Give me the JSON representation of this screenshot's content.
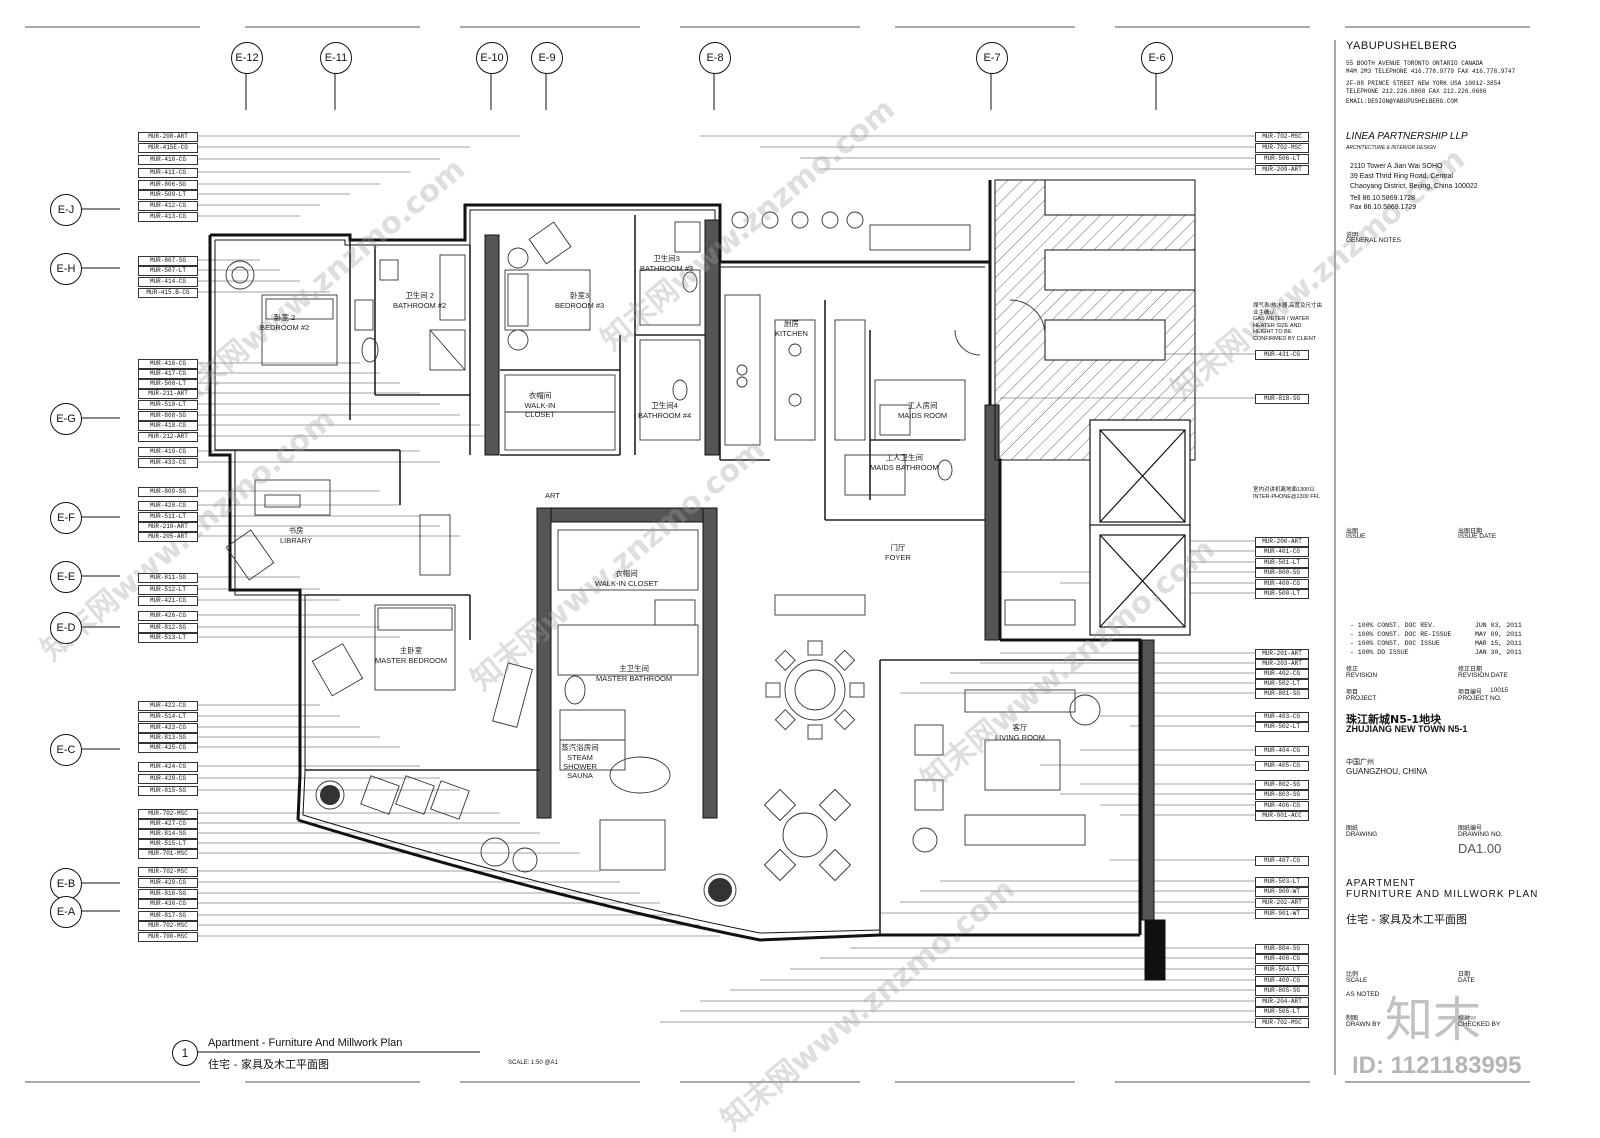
{
  "grid_top": [
    "E-12",
    "E-11",
    "E-10",
    "E-9",
    "E-8",
    "E-7",
    "E-6"
  ],
  "grid_left": [
    "E-J",
    "E-H",
    "E-G",
    "E-F",
    "E-E",
    "E-D",
    "E-C",
    "E-B",
    "E-A"
  ],
  "tags_left": [
    "MUR-208-ART",
    "MUR-415E-CG",
    "MUR-410-CG",
    "MUR-411-CG",
    "MUR-806-SG",
    "MUR-509-LT",
    "MUR-412-CG",
    "MUR-413-CG",
    "MUR-807-SG",
    "MUR-507-LT",
    "MUR-414-CG",
    "MUR-415.B-CG",
    "MUR-416-CG",
    "MUR-417-CG",
    "MUR-508-LT",
    "MUR-211-ART",
    "MUR-510-LT",
    "MUR-808-SG",
    "MUR-418-CG",
    "MUR-212-ART",
    "MUR-419-CG",
    "MUR-433-CG",
    "MUR-809-SG",
    "MUR-420-CG",
    "MUR-511-LT",
    "MUR-210-ART",
    "MUR-205-ART",
    "MUR-811-SG",
    "MUR-512-LT",
    "MUR-421-CG",
    "MUR-426-CG",
    "MUR-812-SG",
    "MUR-513-LT",
    "MUR-422-CG",
    "MUR-514-LT",
    "MUR-423-CG",
    "MUR-813-SG",
    "MUR-425-CG",
    "MUR-424-CG",
    "MUR-428-CG",
    "MUR-815-SG",
    "MUR-702-MSC",
    "MUR-427-CG",
    "MUR-814-SG",
    "MUR-515-LT",
    "MUR-701-MSC",
    "MUR-702-MSC",
    "MUR-429-CG",
    "MUR-816-SG",
    "MUR-430-CG",
    "MUR-817-SG",
    "MUR-702-MSC",
    "MUR-700-MSC"
  ],
  "tags_right": [
    "MUR-702-MSC",
    "MUR-702-MSC",
    "MUR-506-LT",
    "MUR-209-ART",
    "MUR-431-CG",
    "MUR-818-SG",
    "MUR-200-ART",
    "MUR-401-CG",
    "MUR-501-LT",
    "MUR-800-SG",
    "MUR-400-CG",
    "MUR-500-LT",
    "MUR-201-ART",
    "MUR-203-ART",
    "MUR-402-CG",
    "MUR-502-LT",
    "MUR-801-SG",
    "MUR-403-CG",
    "MUR-502-LT",
    "MUR-404-CG",
    "MUR-405-CG",
    "MUR-802-SG",
    "MUR-803-SG",
    "MUR-406-CG",
    "MUR-001-ACC",
    "MUR-407-CG",
    "MUR-503-LT",
    "MUR-900-WT",
    "MUR-202-ART",
    "MUR-901-WT",
    "MUR-804-SG",
    "MUR-408-CG",
    "MUR-504-LT",
    "MUR-409-CG",
    "MUR-805-SG",
    "MUR-204-ART",
    "MUR-505-LT",
    "MUR-702-MSC"
  ],
  "rooms": [
    {
      "zh": "卧室 2",
      "en": "BEDROOM #2"
    },
    {
      "zh": "卫生间 2",
      "en": "BATHROOM #2"
    },
    {
      "zh": "卧室3",
      "en": "BEDROOM #3"
    },
    {
      "zh": "卫生间3",
      "en": "BATHROOM #3"
    },
    {
      "zh": "衣帽间",
      "en": "WALK-IN CLOSET"
    },
    {
      "zh": "卫生间4",
      "en": "BATHROOM #4"
    },
    {
      "zh": "厨房",
      "en": "KITCHEN"
    },
    {
      "zh": "工人房间",
      "en": "MAIDS ROOM"
    },
    {
      "zh": "工人卫生间",
      "en": "MAIDS BATHROOM"
    },
    {
      "zh": "书房",
      "en": "LIBRARY"
    },
    {
      "zh": "衣帽间",
      "en": "WALK-IN CLOSET"
    },
    {
      "zh": "门厅",
      "en": "FOYER"
    },
    {
      "zh": "主卧室",
      "en": "MASTER BEDROOM"
    },
    {
      "zh": "主卫生间",
      "en": "MASTER BATHROOM"
    },
    {
      "zh": "蒸汽浴房间",
      "en": "STEAM SHOWER SAUNA"
    },
    {
      "zh": "客厅",
      "en": "LIVING ROOM"
    }
  ],
  "title_block": {
    "firm": "YABUPUSHELBERG",
    "firm_addr1": "55 BOOTH AVENUE TORONTO ONTARIO CANADA",
    "firm_addr2": "M4M 2M3  TELEPHONE  416.778.9779  FAX  416.778.9747",
    "firm_addr3": "2F-88 PRINCE STREET NEW YORK USA 10012-3854",
    "firm_addr4": "TELEPHONE    212.226.0808      FAX  212.226.0666",
    "firm_email": "EMAIL:DESIGN@YABUPUSHELBERG.COM",
    "partner": "LINEA PARTNERSHIP LLP",
    "partner_sub": "ARCHITECTURE & INTERIOR DESIGN",
    "partner_addr1": "2110 Tower A Jian Wai SOHO",
    "partner_addr2": "39 East Thrid Ring Road, Central",
    "partner_addr3": "Chaoyang District, Beijing, China 100022",
    "partner_tel": "Tell   86.10.5869.1728",
    "partner_fax": "Fax   86.10.5869.1729",
    "notes_zh": "说明",
    "notes_en": "GENERAL NOTES",
    "issue_zh": "出图",
    "issue_en": "ISSUE",
    "issue_date_zh": "出图日期",
    "issue_date_en": "ISSUE DATE",
    "rev_lines": [
      {
        "text": "- 100% CONST. DOC REV.",
        "date": "JUN 03, 2011"
      },
      {
        "text": "- 100% CONST. DOC RE-ISSUE",
        "date": "MAY 09, 2011"
      },
      {
        "text": "- 100% CONST. DOC ISSUE",
        "date": "MAR 15, 2011"
      },
      {
        "text": "- 100% DD ISSUE",
        "date": "JAN 30, 2011"
      }
    ],
    "revision_zh": "修正",
    "revision_en": "REVISION",
    "revision_date_zh": "修正日期",
    "revision_date_en": "REVISION DATE",
    "project_zh": "项目",
    "project_en": "PROJECT",
    "project_no_zh": "项目编号",
    "project_no_val": "10015",
    "project_no_en": "PROJECT NO.",
    "project_name_zh": "珠江新城N5-1地块",
    "project_name_en": "ZHUJIANG NEW TOWN N5-1",
    "location_zh": "中国广州",
    "location_en": "GUANGZHOU, CHINA",
    "drawing_zh": "图纸",
    "drawing_en": "DRAWING",
    "drawing_no_zh": "图纸编号",
    "drawing_no_en": "DRAWING NO.",
    "drawing_no": "DA1.00",
    "title_en1": "APARTMENT",
    "title_en2": "FURNITURE AND MILLWORK PLAN",
    "title_zh": "住宅 - 家具及木工平面图",
    "scale_zh": "比例",
    "scale_en": "SCALE",
    "scale_val": "AS NOTED",
    "date_zh": "日期",
    "date_en": "DATE",
    "drawn_zh": "制图",
    "drawn_en": "DRAWN BY",
    "checked_zh": "校对",
    "checked_en": "CHECKED BY"
  },
  "plan_title": {
    "num": "1",
    "en": "Apartment - Furniture And Millwork Plan",
    "zh": "住宅 - 家具及木工平面图",
    "scale": "SCALE: 1:50 @A1"
  },
  "notes": {
    "gas_zh": "煤气表/热水器,高度及尺寸由业主确认",
    "gas_en": "GAS METER / WATER HEATER SIZE AND HEIGHT TO BE CONFIRMED BY CLIENT",
    "intercom_zh": "室内对讲机离地面1300以",
    "intercom_en": "INTER-PHONE@1300 FFL",
    "art": "ART"
  },
  "watermark": "知末网www.znzmo.com",
  "logo_zh": "知末",
  "id_text": "ID: 1121183995"
}
